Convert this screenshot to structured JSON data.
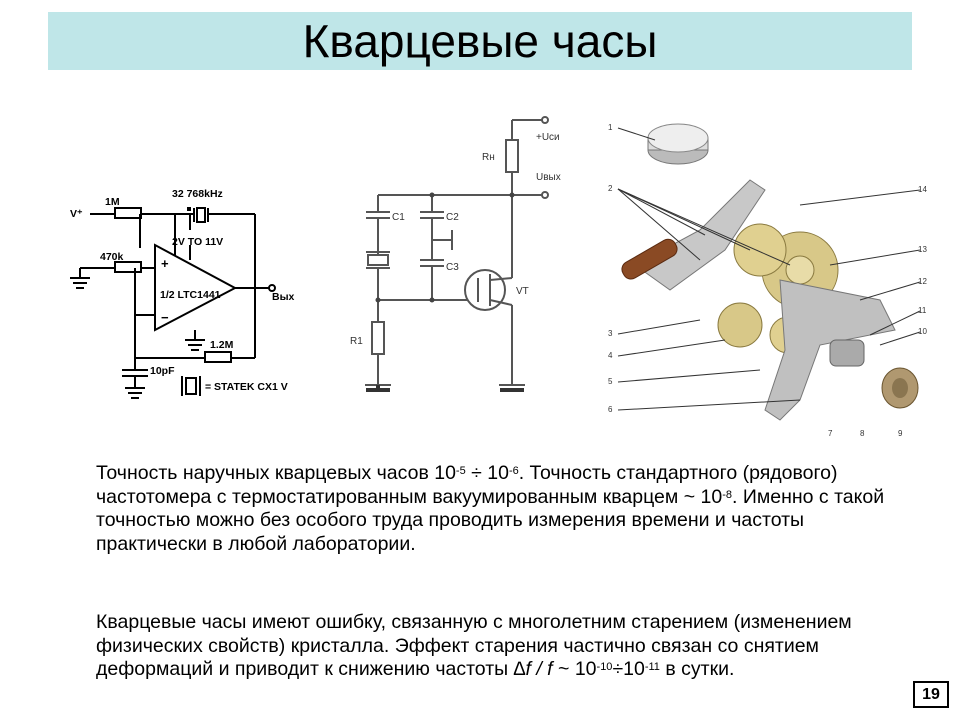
{
  "title": "Кварцевые часы",
  "circuit1": {
    "vplus": "V⁺",
    "r1": "1M",
    "r2": "470k",
    "crystal": "32 768kHz",
    "supply": "2V TO 11V",
    "opamp": "1/2 LTC1441",
    "plus": "+",
    "minus": "−",
    "out": "Вых",
    "r3": "1.2M",
    "cap": "10pF",
    "statek": "= STATEK CX1  V"
  },
  "circuit2": {
    "usi": "+Uси",
    "uvyh": "Uвых",
    "rn": "Rн",
    "c1": "C1",
    "c2": "C2",
    "c3": "C3",
    "vt": "VT",
    "r1": "R1"
  },
  "watch_labels": [
    "1",
    "2",
    "3",
    "4",
    "5",
    "6",
    "7",
    "8",
    "9",
    "10",
    "11",
    "12",
    "13",
    "14"
  ],
  "paragraph1": {
    "a": "Точность наручных кварцевых часов 10",
    "e1": "-5",
    "b": " ÷ 10",
    "e2": "-6",
    "c": ". Точность стандартного (рядового) частотомера с термостатированным вакуумированным кварцем ~ 10",
    "e3": "-8",
    "d": ". Именно с такой точностью можно без особого труда проводить измерения времени и частоты практически в любой лаборатории."
  },
  "paragraph2": {
    "a": "Кварцевые часы имеют ошибку, связанную с многолетним старением (изменением физических свойств) кристалла. Эффект старения частично связан со снятием деформаций и приводит к снижению частоты ",
    "df": "∆f / f",
    "b": " ~ 10",
    "e1": "-10",
    "c": "÷10",
    "e2": "-11",
    "d": " в сутки."
  },
  "page_number": "19"
}
